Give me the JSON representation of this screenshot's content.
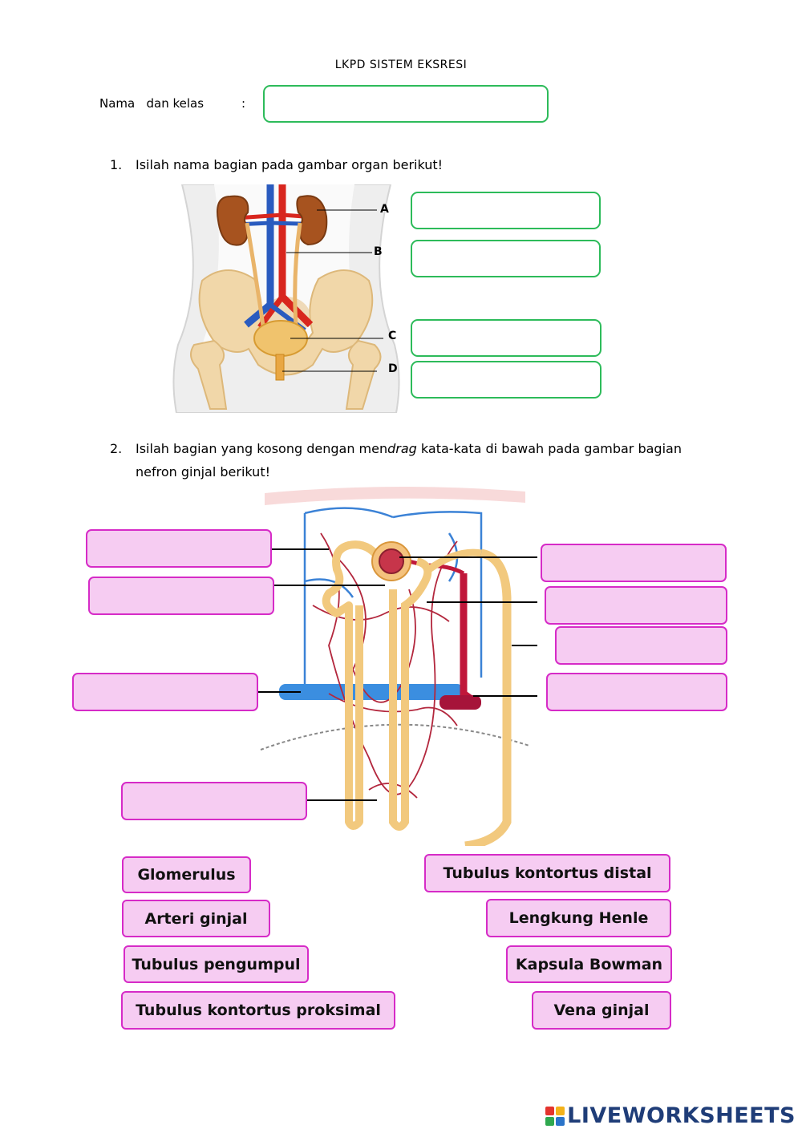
{
  "header": {
    "title": "LKPD SISTEM EKSRESI"
  },
  "student": {
    "name_label": "Nama   dan kelas",
    "colon": ":",
    "name_value": ""
  },
  "q1": {
    "number": "1.",
    "text": "Isilah nama bagian pada gambar organ berikut!",
    "labels": [
      "A",
      "B",
      "C",
      "D"
    ],
    "answers": [
      "",
      "",
      "",
      ""
    ]
  },
  "q2": {
    "number": "2.",
    "line1_pre": "Isilah bagian yang kosong dengan men",
    "line1_em": "drag",
    "line1_post": " kata-kata di bawah pada gambar bagian",
    "line2": "nefron ginjal berikut!",
    "drop_answers": [
      "",
      "",
      "",
      "",
      "",
      "",
      "",
      "",
      ""
    ]
  },
  "word_bank": [
    "Glomerulus",
    "Arteri ginjal",
    "Tubulus pengumpul",
    "Tubulus kontortus proksimal",
    "Tubulus kontortus distal",
    "Lengkung Henle",
    "Kapsula Bowman",
    "Vena ginjal"
  ],
  "footer": {
    "brand": "LIVEWORKSHEETS"
  },
  "colors": {
    "green": "#2dbb5a",
    "pink_border": "#d62bc7",
    "pink_fill": "#f6ccf2",
    "brand": "#1f3d78"
  }
}
